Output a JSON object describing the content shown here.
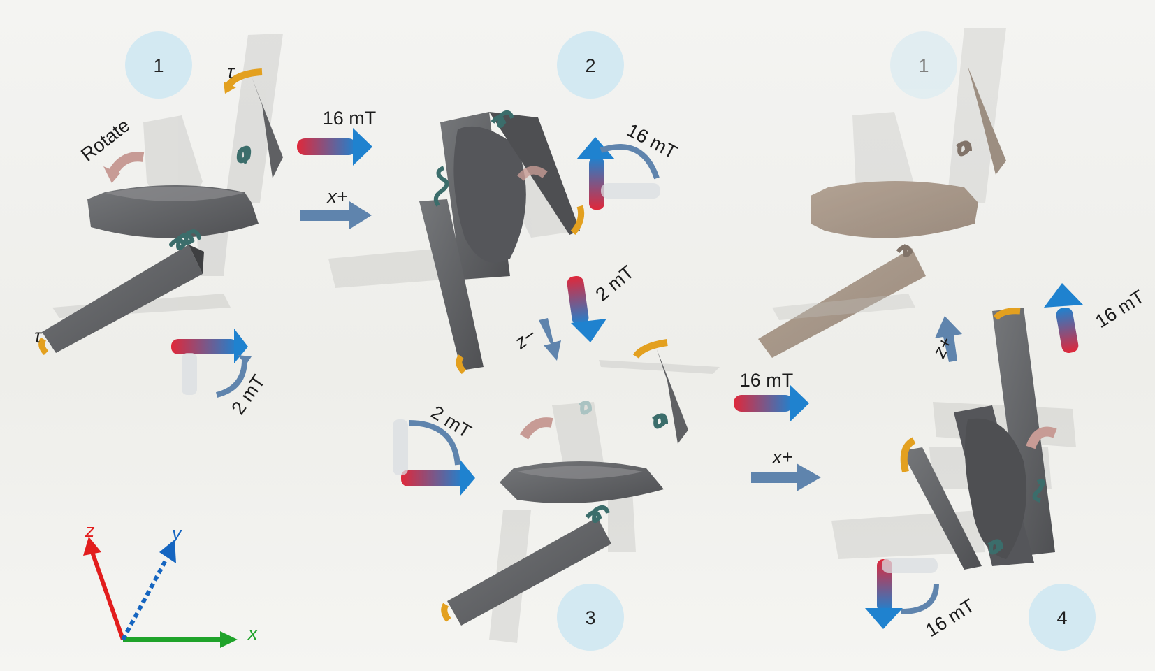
{
  "steps": [
    {
      "number": "1"
    },
    {
      "number": "2"
    },
    {
      "number": "3"
    },
    {
      "number": "4"
    },
    {
      "number": "1"
    }
  ],
  "labels": {
    "rotate": "Rotate",
    "tau": "τ",
    "field_16mT": "16 mT",
    "field_2mT": "2 mT",
    "x_plus": "x+",
    "z_minus": "z−",
    "z_plus": "z+"
  },
  "axes": {
    "x": "x",
    "y": "y",
    "z": "z"
  },
  "colors": {
    "step_circle": "#d3e9f2",
    "body": "#5e5f62",
    "ghost": "#c9c9c7",
    "spring": "#3b6d6b",
    "torque": "#e3a01f",
    "rotate_arrow": "#c79b95",
    "field_red": "#e0283a",
    "field_blue": "#1f82cf",
    "move_arrow": "#5f84ad",
    "axis_x": "#1fa32a",
    "axis_y": "#1565c0",
    "axis_z": "#e21d1d",
    "tinted_body": "#9b8979"
  }
}
